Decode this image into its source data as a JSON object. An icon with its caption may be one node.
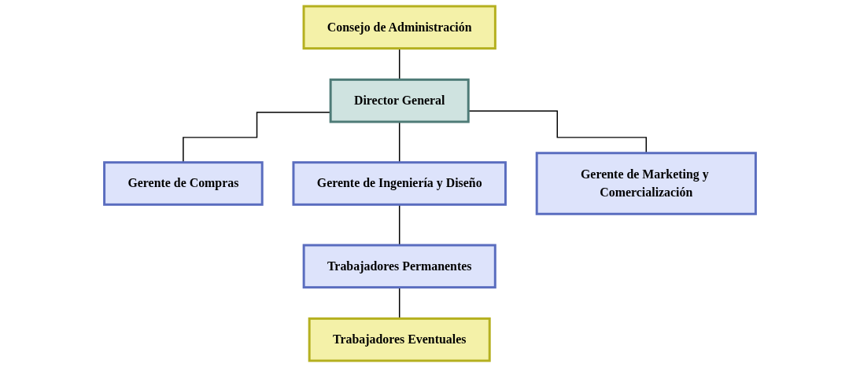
{
  "diagram": {
    "nodes": [
      {
        "text": [
          "Consejo de Administración"
        ]
      },
      {
        "text": [
          "Director General"
        ]
      },
      {
        "text": [
          "Gerente de Compras"
        ]
      },
      {
        "text": [
          "Gerente de Ingeniería y Diseño"
        ]
      },
      {
        "text": [
          "Gerente de Marketing y Comercialización"
        ]
      },
      {
        "text": [
          "Trabajadores Permanentes"
        ]
      },
      {
        "text": [
          "Trabajadores Eventuales"
        ]
      }
    ],
    "edges": [
      {
        "from": 0,
        "to": 1,
        "arrow": "none"
      },
      {
        "from": 1,
        "to": 2,
        "arrow": "none"
      },
      {
        "from": 1,
        "to": 3,
        "arrow": "none"
      },
      {
        "from": 1,
        "to": 4,
        "arrow": "none"
      },
      {
        "from": 3,
        "to": 5,
        "arrow": "none"
      },
      {
        "from": 5,
        "to": 6,
        "arrow": "none"
      }
    ]
  }
}
